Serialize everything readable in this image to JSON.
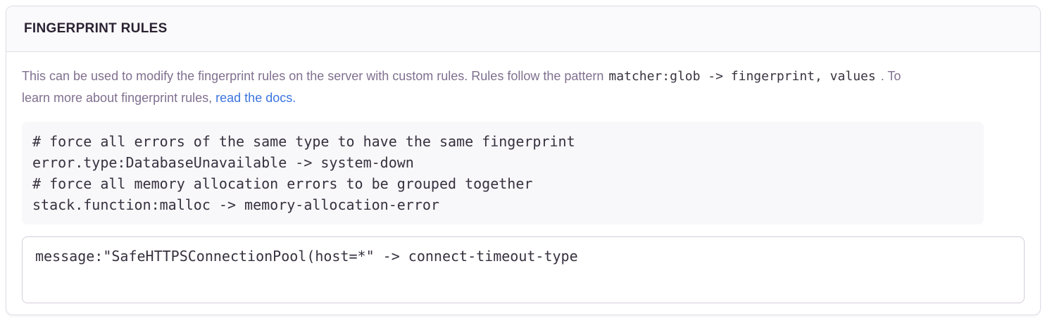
{
  "panel": {
    "title": "FINGERPRINT RULES",
    "description": {
      "line1_text": "This can be used to modify the fingerprint rules on the server with custom rules. Rules follow the pattern",
      "inline_code": "matcher:glob -> fingerprint, values",
      "line1_suffix": ". To",
      "line2_text": "learn more about fingerprint rules,",
      "link_label": "read the docs."
    },
    "example_code": "# force all errors of the same type to have the same fingerprint\nerror.type:DatabaseUnavailable -> system-down\n# force all memory allocation errors to be grouped together\nstack.function:malloc -> memory-allocation-error",
    "input": {
      "value": "message:\"SafeHTTPSConnectionPool(host=*\" -> connect-timeout-type"
    },
    "colors": {
      "text_primary": "#2b2233",
      "text_secondary": "#80708f",
      "link_blue": "#3c74dd",
      "panel_border": "#dfdce6",
      "header_background": "#fafafc",
      "code_block_background": "#f8f8fa",
      "input_border": "#d4cdda"
    }
  }
}
